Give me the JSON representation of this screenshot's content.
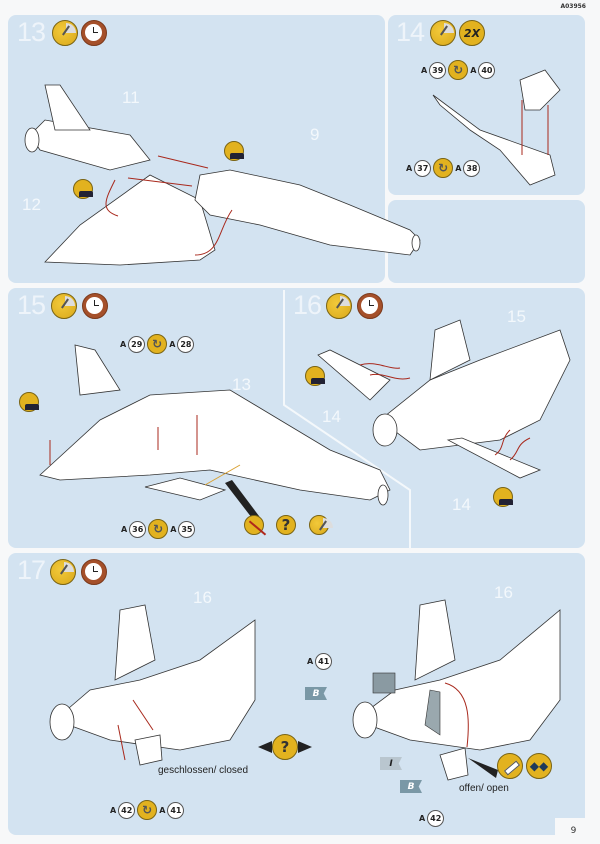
{
  "document_code": "A03956",
  "page_number": "9",
  "steps": [
    {
      "number": "13",
      "icons": [
        "glue-icon",
        "clock-icon"
      ],
      "part_refs": [
        "11",
        "12",
        "9"
      ]
    },
    {
      "number": "14",
      "icons": [
        "glue-icon",
        "repeat-2x-icon"
      ],
      "repeat_label": "2X",
      "assemblies": [
        {
          "from_prefix": "A",
          "from": "39",
          "to_prefix": "A",
          "to": "40"
        },
        {
          "from_prefix": "A",
          "from": "37",
          "to_prefix": "A",
          "to": "38"
        }
      ]
    },
    {
      "number": "15",
      "icons": [
        "glue-icon",
        "clock-icon"
      ],
      "part_refs": [
        "13"
      ],
      "assemblies": [
        {
          "from_prefix": "A",
          "from": "29",
          "to_prefix": "A",
          "to": "28"
        },
        {
          "from_prefix": "A",
          "from": "36",
          "to_prefix": "A",
          "to": "35"
        }
      ],
      "help_sequence": [
        "no-glue-icon",
        "question-icon",
        "glue-icon"
      ]
    },
    {
      "number": "16",
      "icons": [
        "glue-icon",
        "clock-icon"
      ],
      "part_refs": [
        "15",
        "14",
        "14"
      ]
    },
    {
      "number": "17",
      "icons": [
        "glue-icon",
        "clock-icon"
      ],
      "part_refs": [
        "16",
        "16"
      ],
      "closed": {
        "caption": "geschlossen/ closed",
        "assembly": {
          "from_prefix": "A",
          "from": "42",
          "to_prefix": "A",
          "to": "41"
        }
      },
      "open": {
        "caption": "offen/ open",
        "top_part": {
          "prefix": "A",
          "num": "41"
        },
        "bottom_part": {
          "prefix": "A",
          "num": "42"
        },
        "color_flags": [
          "B",
          "I",
          "B"
        ],
        "tool_icons": [
          "knife-icon",
          "swap-icon"
        ]
      },
      "question_label": "?"
    }
  ]
}
